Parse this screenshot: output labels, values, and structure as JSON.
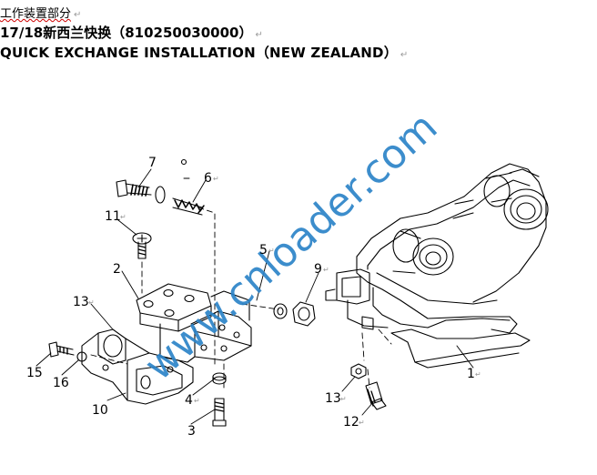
{
  "header": {
    "line1": "工作装置部分",
    "line2": "17/18新西兰快换（810250030000）",
    "line3": "QUICK EXCHANGE  INSTALLATION（NEW ZEALAND）",
    "return_mark": "↵"
  },
  "watermark": {
    "text": "www.cnloader.com",
    "color": "#2b83c8"
  },
  "parts": {
    "p1": "1",
    "p2": "2",
    "p3": "3",
    "p4": "4",
    "p5": "5",
    "p6": "6",
    "p7": "7",
    "p9": "9",
    "p10": "10",
    "p11": "11",
    "p12": "12",
    "p13a": "13",
    "p13b": "13",
    "p15": "15",
    "p16": "16"
  }
}
